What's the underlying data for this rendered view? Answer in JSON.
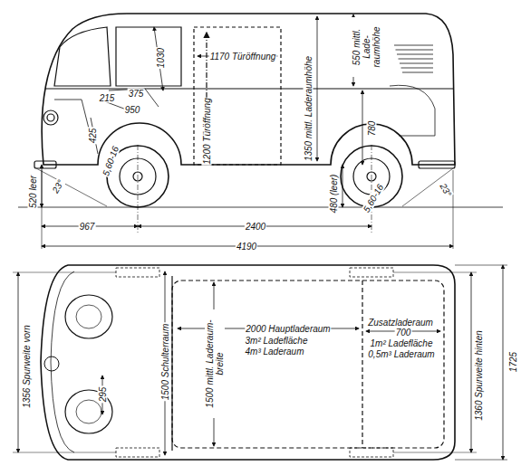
{
  "diagram": {
    "labels": [
      "1170 Türöffnung",
      "1030",
      "550 mittl. Lade- raumhöhe",
      "1350 mittl. Laderaumhöhe",
      "1200 Türöffnung",
      "375",
      "215",
      "950",
      "425",
      "5,60-16",
      "780",
      "520 leer",
      "23°",
      "480 (leer)",
      "5,60-16",
      "23°",
      "967",
      "2400",
      "4190",
      "1356 Spurweite vorn",
      "295",
      "1500 Schulterraum",
      "1500 mittl. Laderaum- breite",
      "2000 Hauptladeraum",
      "3m² Ladefläche",
      "4m³ Laderaum",
      "Zusatzladeraum",
      "700",
      "1m² Ladefläche",
      "0,5m³ Laderaum",
      "1360 Spurweite hinten",
      "1725"
    ]
  }
}
